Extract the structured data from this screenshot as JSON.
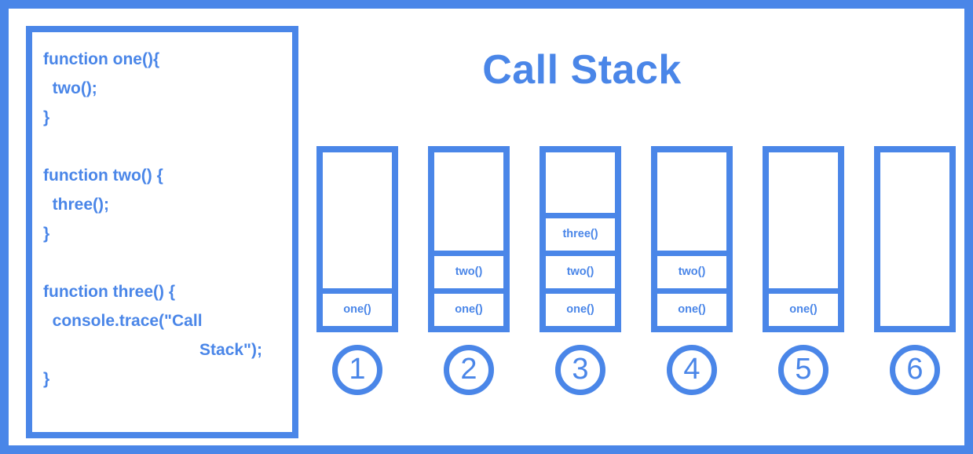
{
  "title": "Call Stack",
  "colors": {
    "accent": "#4a86e8",
    "background": "#ffffff"
  },
  "code_panel": {
    "name": "source-code",
    "lines": [
      "function one(){",
      "  two();",
      "}",
      "",
      "function two() {",
      "  three();",
      "}",
      "",
      "function three() {",
      "  console.trace(\"Call",
      "Stack\");",
      "}"
    ]
  },
  "stacks": [
    {
      "step": "1",
      "frames": [
        "one()"
      ]
    },
    {
      "step": "2",
      "frames": [
        "two()",
        "one()"
      ]
    },
    {
      "step": "3",
      "frames": [
        "three()",
        "two()",
        "one()"
      ]
    },
    {
      "step": "4",
      "frames": [
        "two()",
        "one()"
      ]
    },
    {
      "step": "5",
      "frames": [
        "one()"
      ]
    },
    {
      "step": "6",
      "frames": []
    }
  ]
}
